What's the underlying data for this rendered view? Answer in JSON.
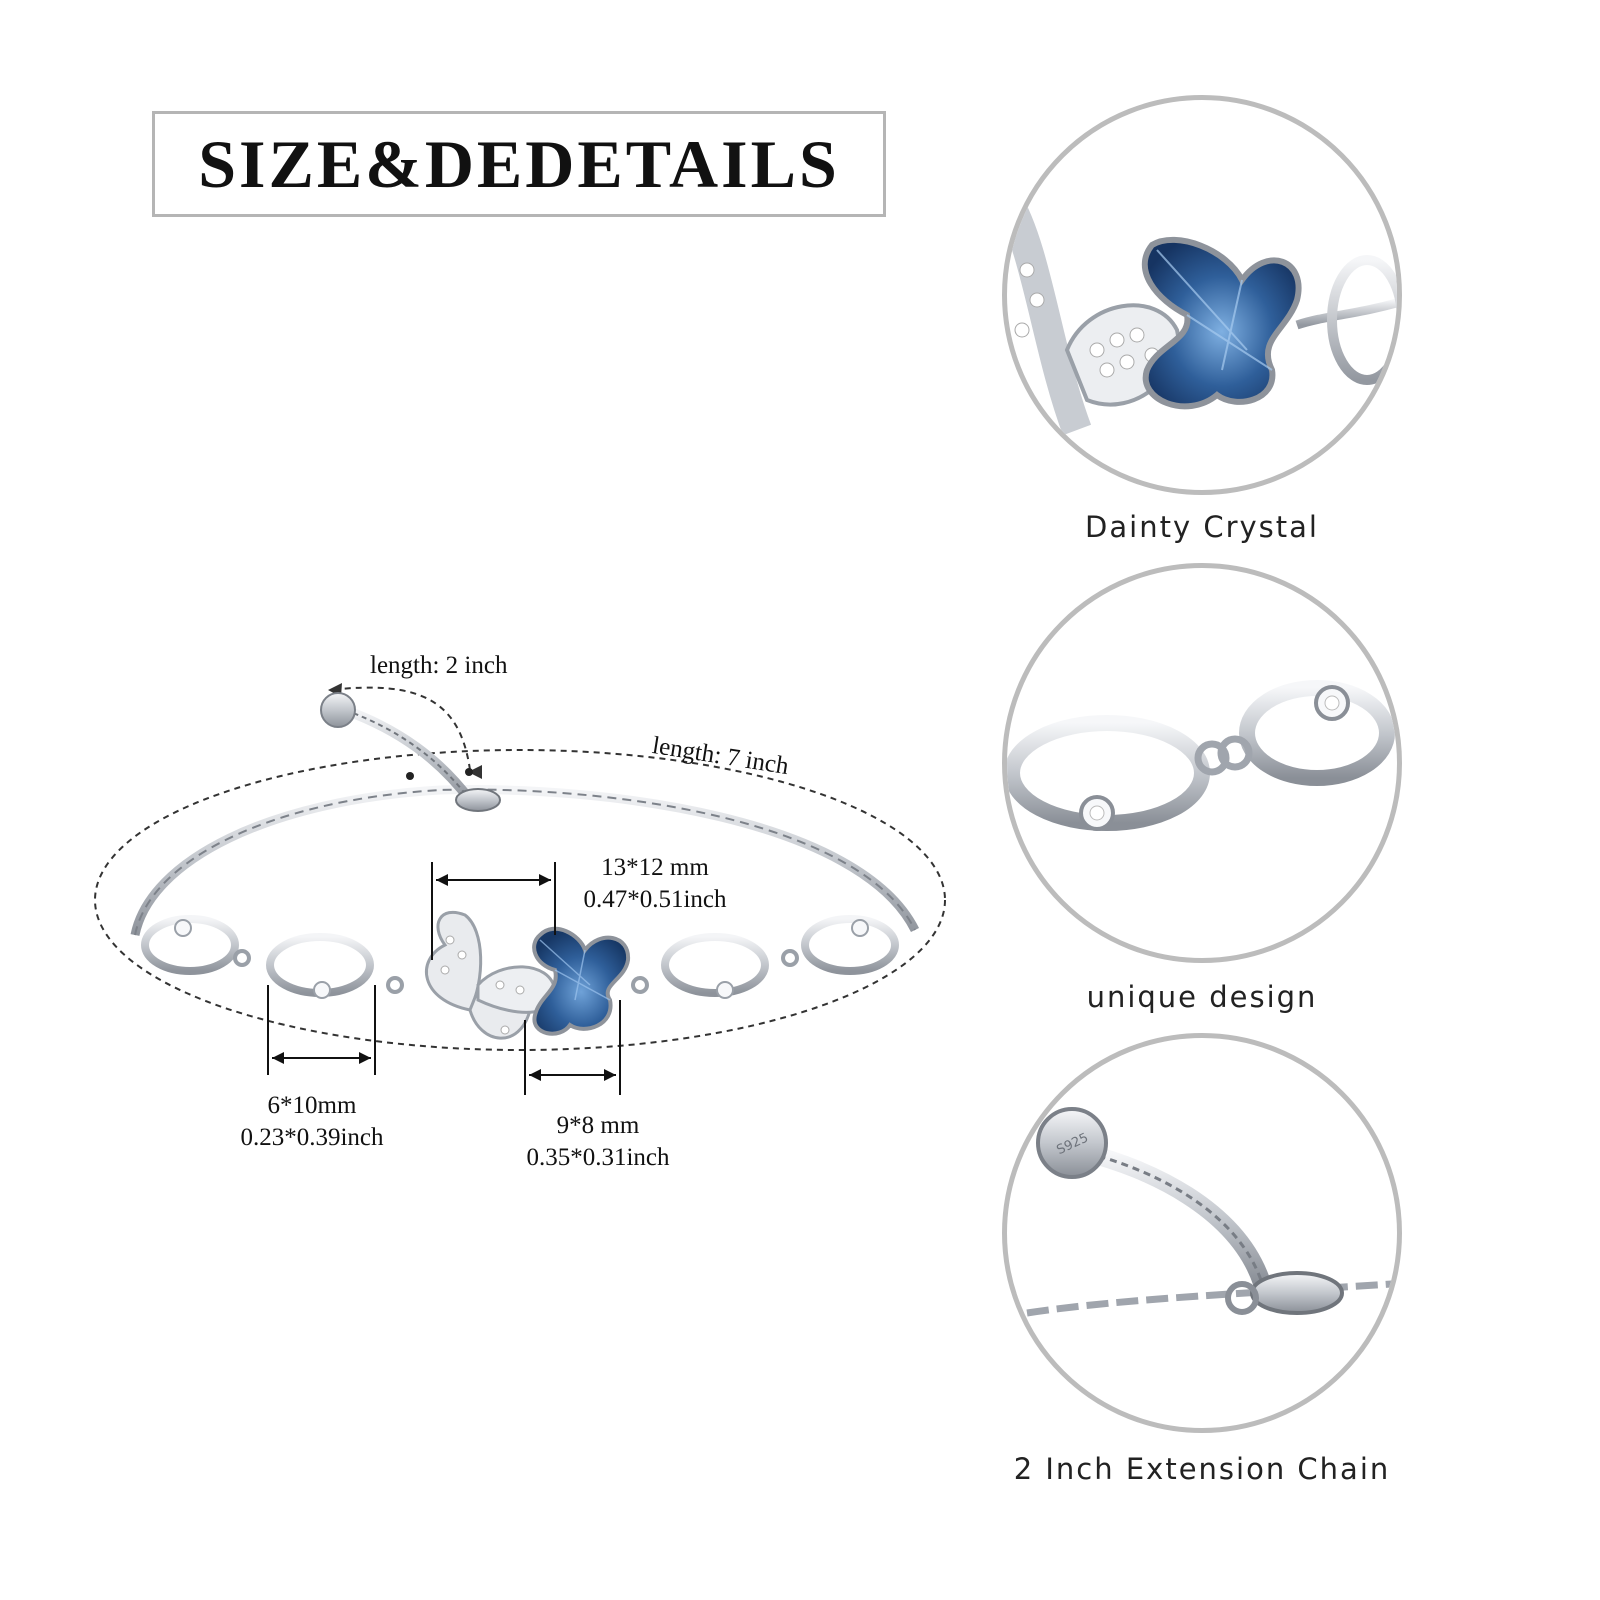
{
  "title": "SIZE&DEDETAILS",
  "dimensions": {
    "extension_length": "length: 2 inch",
    "chain_length": "length: 7 inch",
    "butterfly_mm": "13*12 mm",
    "butterfly_inch": "0.47*0.51inch",
    "oval_mm": "6*10mm",
    "oval_inch": "0.23*0.39inch",
    "crystal_mm": "9*8 mm",
    "crystal_inch": "0.35*0.31inch"
  },
  "detail_panels": [
    {
      "caption": "Dainty Crystal",
      "icon": "blue-crystal-butterfly"
    },
    {
      "caption": "unique design",
      "icon": "oval-link-with-stone"
    },
    {
      "caption": "2 Inch Extension Chain",
      "icon": "extension-chain-clasp",
      "tag": "S925"
    }
  ],
  "colors": {
    "crystal": "#2f5f9a",
    "silver": "#c9ccd2",
    "frame": "#b5b5b5"
  }
}
